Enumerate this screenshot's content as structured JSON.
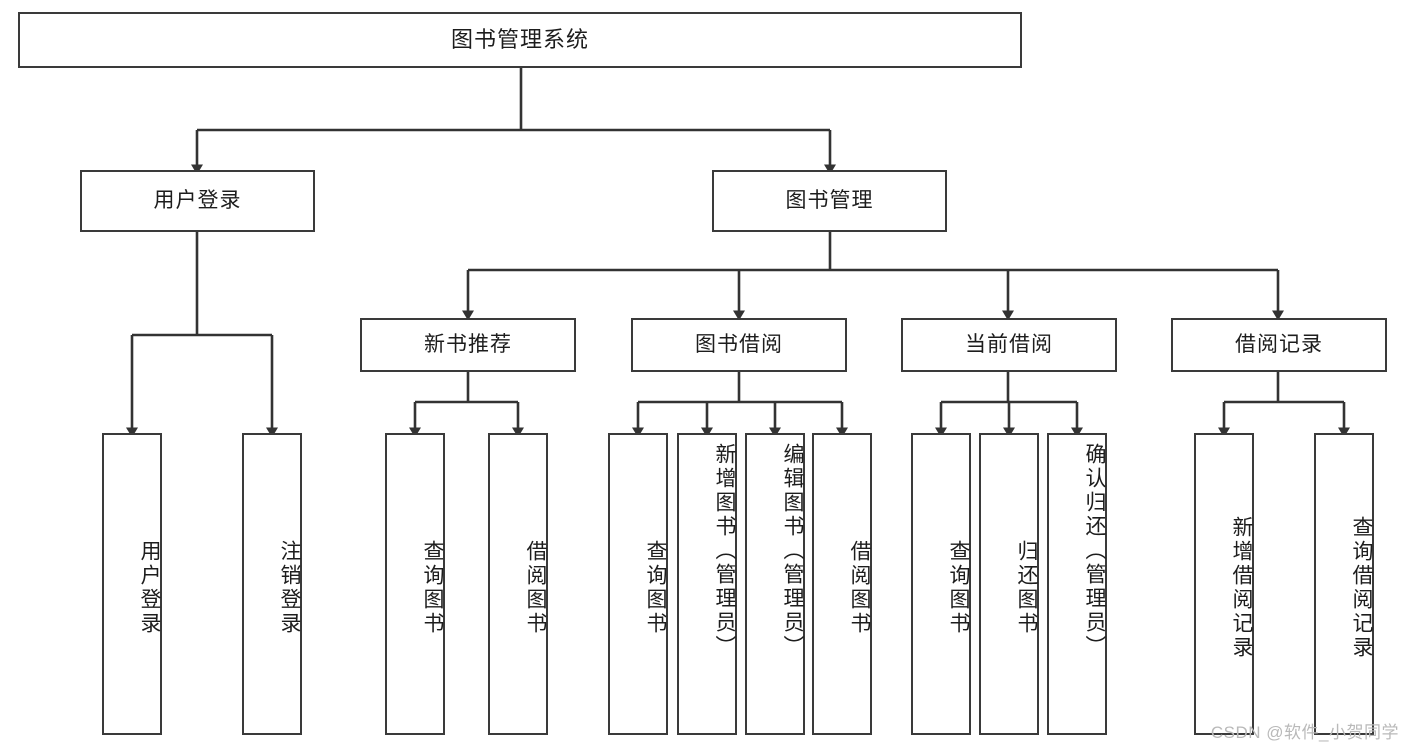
{
  "diagram": {
    "type": "tree-hierarchy",
    "title": "图书管理系统",
    "watermark": "CSDN @软件_小贺同学",
    "colors": {
      "box_border": "#3a3a3a",
      "box_fill": "#ffffff",
      "edge": "#333333",
      "text": "#1d1d1d",
      "watermark": "#b9b9b9",
      "background": "#ffffff"
    },
    "nodes": {
      "root": {
        "label": "图书管理系统"
      },
      "level2": [
        {
          "label": "用户登录"
        },
        {
          "label": "图书管理"
        }
      ],
      "level3": [
        {
          "label": "新书推荐"
        },
        {
          "label": "图书借阅"
        },
        {
          "label": "当前借阅"
        },
        {
          "label": "借阅记录"
        }
      ],
      "leaves": {
        "user_login": [
          {
            "label": "用户登录"
          },
          {
            "label": "注销登录"
          }
        ],
        "new_book": [
          {
            "label": "查询图书"
          },
          {
            "label": "借阅图书"
          }
        ],
        "book_borrow": [
          {
            "label": "查询图书"
          },
          {
            "label": "新增图书（管理员）"
          },
          {
            "label": "编辑图书（管理员）"
          },
          {
            "label": "借阅图书"
          }
        ],
        "current_borrow": [
          {
            "label": "查询图书"
          },
          {
            "label": "归还图书"
          },
          {
            "label": "确认归还（管理员）"
          }
        ],
        "borrow_record": [
          {
            "label": "新增借阅记录"
          },
          {
            "label": "查询借阅记录"
          }
        ]
      }
    }
  }
}
